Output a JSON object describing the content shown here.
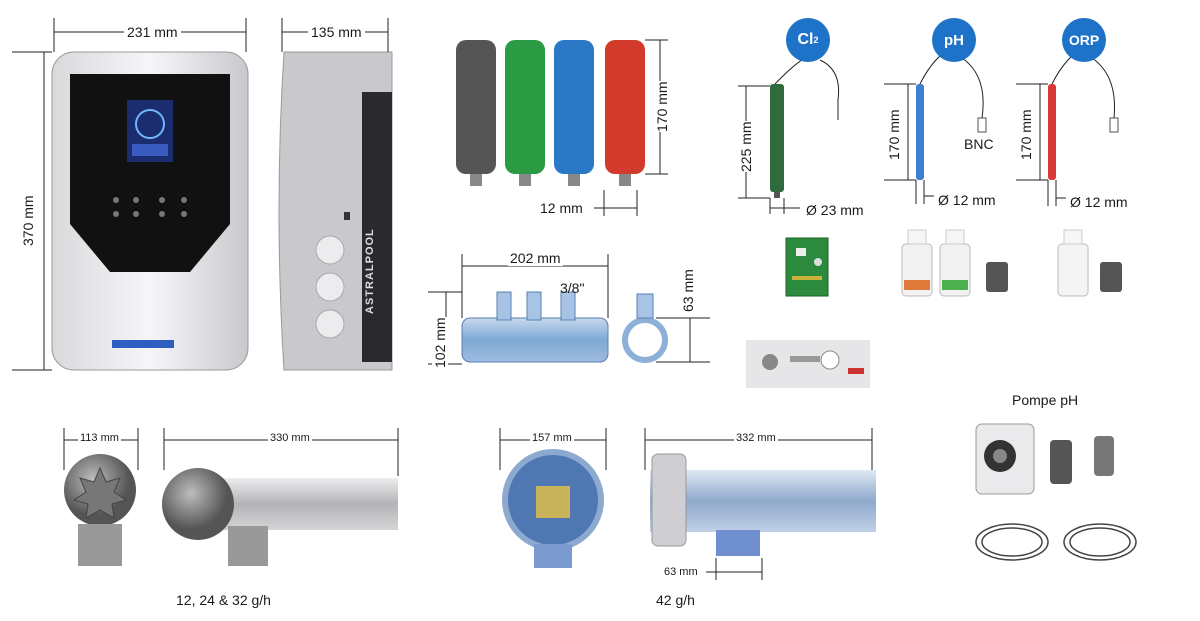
{
  "labels": {
    "ctrl_width": "231 mm",
    "ctrl_depth": "135 mm",
    "ctrl_height": "370 mm",
    "cell_color_height": "170 mm",
    "cell_color_base": "12 mm",
    "probe_cl_len": "225 mm",
    "probe_cl_dia": "Ø 23 mm",
    "probe_ph_len": "170 mm",
    "probe_ph_dia": "Ø 12 mm",
    "probe_orp_len": "170 mm",
    "probe_orp_dia": "Ø 12 mm",
    "bnc": "BNC",
    "manifold_len": "202 mm",
    "manifold_thread": "3/8\"",
    "manifold_h": "102 mm",
    "clamp_h": "63 mm",
    "cellA_dia": "113 mm",
    "cellA_len": "330 mm",
    "cellA_caption": "12, 24 & 32 g/h",
    "cellB_dia": "157 mm",
    "cellB_len": "332 mm",
    "cellB_pipe": "63 mm",
    "cellB_caption": "42 g/h",
    "pump_caption": "Pompe pH"
  },
  "bubbles": {
    "cl": "Cl",
    "cl_sub": "2",
    "ph": "pH",
    "orp": "ORP"
  },
  "controller": {
    "brand": "ASTRALPOOL"
  },
  "colors": {
    "bubble_blue": "#1e73c9",
    "probe_green": "#2f6b3d",
    "probe_blue": "#3a7fd0",
    "probe_red": "#d9383a",
    "cell_gray": "#555555",
    "cell_green": "#2a9a43",
    "cell_blue": "#2a78c6",
    "cell_red": "#d23b2b"
  }
}
